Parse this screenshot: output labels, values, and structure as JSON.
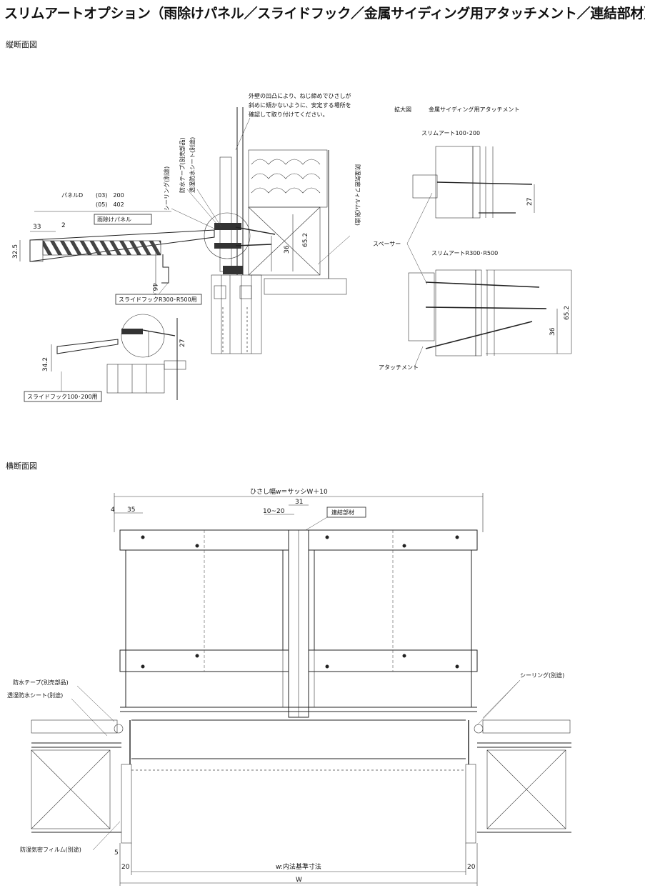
{
  "title": "スリムアートオプション（雨除けパネル／スライドフック／金属サイディング用アタッチメント／連結部材）",
  "sections": {
    "vertical": "縦断面図",
    "horizontal": "横断面図"
  },
  "vertical": {
    "note": [
      "外壁の凹凸により、ねじ締めでひさしが",
      "斜めに傾かないように、安定する場所を",
      "確認して取り付けてください。"
    ],
    "panel_label": "パネルD",
    "panel_rows": [
      "(03)　200",
      "(05)　402"
    ],
    "rain_panel": "雨除けパネル",
    "sealing": "シーリング(別途)",
    "waterproof_tape": "防水テープ(別売部品)",
    "breathable_sheet": "透湿防水シート(別途)",
    "vapor_film": "防湿気密フィルム(別途)",
    "slide_hook_r": "スライドフックR300･R500用",
    "slide_hook_100": "スライドフック100･200用",
    "dims": {
      "d33": "33",
      "d2": "2",
      "d325": "32.5",
      "d466": "46.6",
      "d36": "36",
      "d652": "65.2",
      "d342": "34.2",
      "d27": "27"
    }
  },
  "detail": {
    "header_left": "拡大図",
    "header_right": "金属サイディング用アタッチメント",
    "slim100": "スリムアート100･200",
    "slimR": "スリムアートR300･R500",
    "spacer": "スペーサー",
    "attachment": "アタッチメント",
    "dims": {
      "d27": "27",
      "d36": "36",
      "d652": "65.2"
    }
  },
  "horizontal": {
    "width_label": "ひさし幅w＝サッシW＋10",
    "d4": "4",
    "d35": "35",
    "d1020": "10~20",
    "d31": "31",
    "joint": "連結部材",
    "waterproof_tape": "防水テープ(別売部品)",
    "breathable_sheet": "透湿防水シート(別途)",
    "sealing": "シーリング(別途)",
    "vapor_film": "防湿気密フィルム(別途)",
    "d5": "5",
    "d20l": "20",
    "d20r": "20",
    "inner": "w:内法基準寸法",
    "W": "W"
  }
}
